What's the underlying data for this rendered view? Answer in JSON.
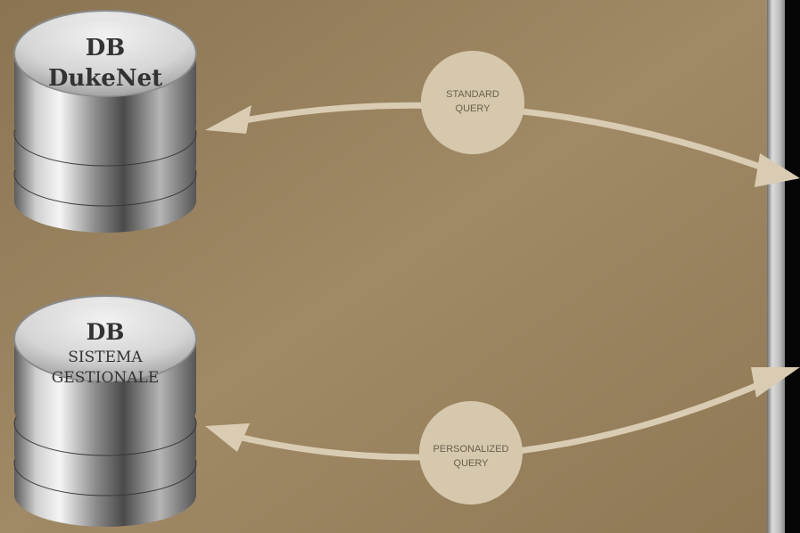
{
  "colors": {
    "background": "#9c8563",
    "bubble": "#d6c8ad",
    "arrow": "#d9ccb3",
    "db_text": "#333333"
  },
  "databases": [
    {
      "id": "dukenet",
      "line1": "DB",
      "line2": "DukeNet",
      "line3": ""
    },
    {
      "id": "gestionale",
      "line1": "DB",
      "line2": "SISTEMA",
      "line3": "GESTIONALE"
    }
  ],
  "queries": [
    {
      "id": "standard",
      "line1": "STANDARD",
      "line2": "QUERY"
    },
    {
      "id": "personalized",
      "line1": "PERSONALIZED",
      "line2": "QUERY"
    }
  ]
}
